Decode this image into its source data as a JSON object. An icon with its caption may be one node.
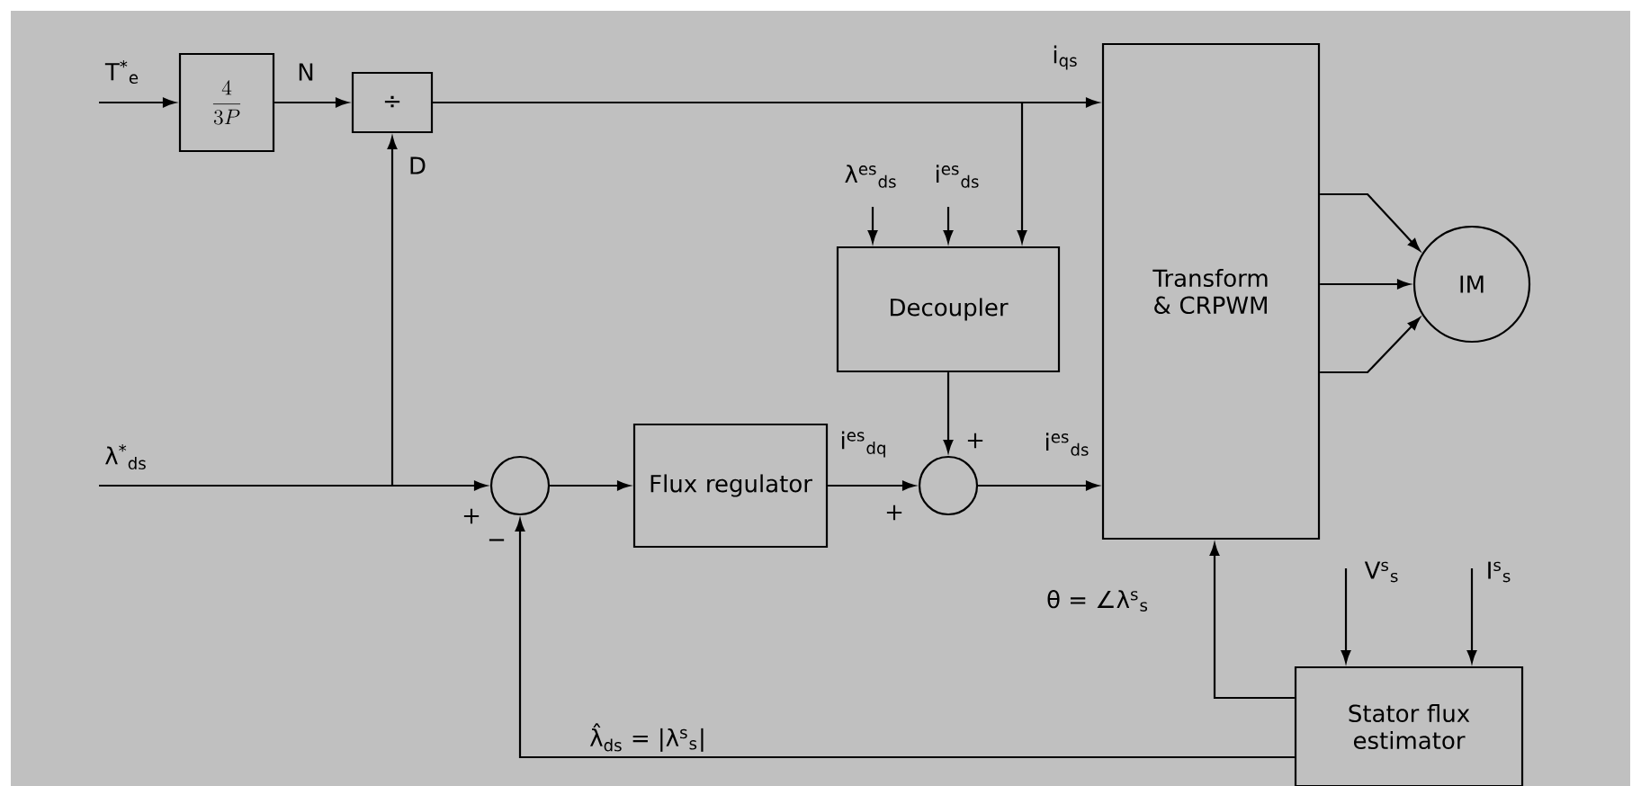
{
  "diagram": {
    "nodes": [
      {
        "text": [
          "\\frac{4}{3P}"
        ]
      },
      {
        "text": [
          "÷"
        ]
      },
      {
        "text": [
          "Decoupler"
        ]
      },
      {
        "text": [
          "Transform & CRPWM"
        ]
      },
      {
        "text": [
          "IM"
        ]
      },
      {
        "text": [],
        "shape": "circle"
      },
      {
        "text": [
          "Flux regulator"
        ]
      },
      {
        "text": [],
        "shape": "circle"
      },
      {
        "text": [
          "Stator flux estimator"
        ]
      }
    ],
    "edges": [
      {
        "from": null,
        "to": 0,
        "arrow": "to",
        "label": "T$^{*}$$_{e}$"
      },
      {
        "from": 0,
        "to": 1,
        "arrow": "to",
        "label": "N"
      },
      {
        "from": 1,
        "to": 3,
        "arrow": "to",
        "label": "i$_{qs}$"
      },
      {
        "from": 1,
        "to": 2,
        "arrow": "to"
      },
      {
        "from": null,
        "to": 2,
        "arrow": "to",
        "label": "λ$^{es}$$_{ds}$"
      },
      {
        "from": null,
        "to": 2,
        "arrow": "to",
        "label": "i$^{es}$$_{ds}$"
      },
      {
        "from": null,
        "to": 5,
        "arrow": "to",
        "label": "λ$^{*}$$_{ds}$"
      },
      {
        "from": null,
        "to": 1,
        "arrow": "to",
        "label": "D"
      },
      {
        "from": 5,
        "to": 6,
        "arrow": "to"
      },
      {
        "from": 6,
        "to": 7,
        "arrow": "to",
        "label": "i$^{es}$$_{dq}$"
      },
      {
        "from": 2,
        "to": 7,
        "arrow": "to"
      },
      {
        "from": 7,
        "to": 3,
        "arrow": "to",
        "label": "i$^{es}$$_{ds}$"
      },
      {
        "from": 3,
        "to": 4,
        "arrow": "to"
      },
      {
        "from": 3,
        "to": 4,
        "arrow": "to"
      },
      {
        "from": 3,
        "to": 4,
        "arrow": "to"
      },
      {
        "from": 8,
        "to": 3,
        "arrow": "to",
        "label": "θ = ∠λ$^{s}$$_{s}$"
      },
      {
        "from": null,
        "to": 8,
        "arrow": "to",
        "label": "V$^{s}$$_{s}$"
      },
      {
        "from": null,
        "to": 8,
        "arrow": "to",
        "label": "I$^{s}$$_{s}$"
      },
      {
        "from": 8,
        "to": 5,
        "arrow": "to",
        "label": "λ̂$_{ds}$ = |λ$^{s}$$_{s}$|"
      }
    ],
    "labels": [
      "+",
      "−",
      "+",
      "+"
    ]
  }
}
